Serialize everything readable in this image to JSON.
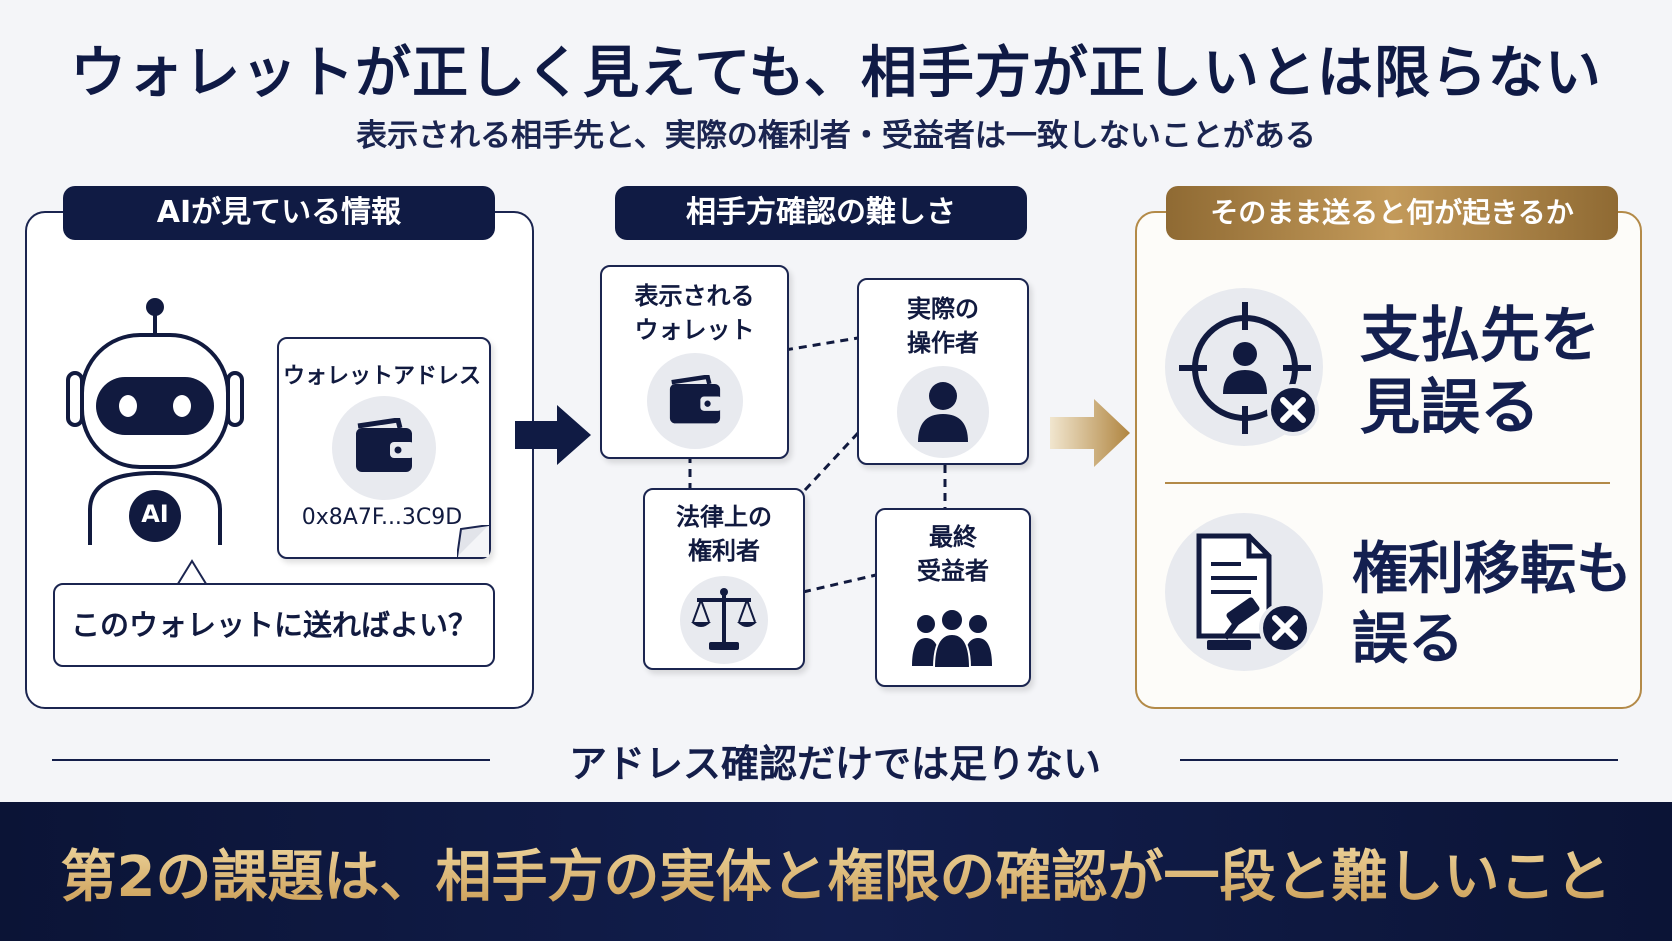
{
  "title": "ウォレットが正しく見えても、相手方が正しいとは限らない",
  "subtitle": "表示される相手先と、実際の権利者・受益者は一致しないことがある",
  "left_panel": {
    "header": "AIが見ている情報",
    "robot_badge": "AI",
    "wallet_card_title": "ウォレットアドレス",
    "wallet_address": "0x8A7F...3C9D",
    "question": "このウォレットに送ればよい？"
  },
  "middle_panel": {
    "header": "相手方確認の難しさ",
    "nodes": {
      "displayed_wallet": [
        "表示される",
        "ウォレット"
      ],
      "operator": [
        "実際の",
        "操作者"
      ],
      "legal_holder": [
        "法律上の",
        "権利者"
      ],
      "beneficiary": [
        "最終",
        "受益者"
      ]
    }
  },
  "right_panel": {
    "header": "そのまま送ると何が起きるか",
    "outcome1": [
      "支払先を",
      "見誤る"
    ],
    "outcome2": [
      "権利移転も",
      "誤る"
    ]
  },
  "divider_text": "アドレス確認だけでは足りない",
  "conclusion": "第2の課題は、相手方の実体と権限の確認が一段と難しいこと",
  "colors": {
    "navy": "#101b44",
    "gold": "#b38a48",
    "background": "#f4f5f8"
  },
  "icons": [
    "robot-icon",
    "wallet-icon",
    "person-icon",
    "scales-icon",
    "group-icon",
    "target-person-icon",
    "document-gavel-icon",
    "x-mark-icon",
    "arrow-right-icon"
  ]
}
